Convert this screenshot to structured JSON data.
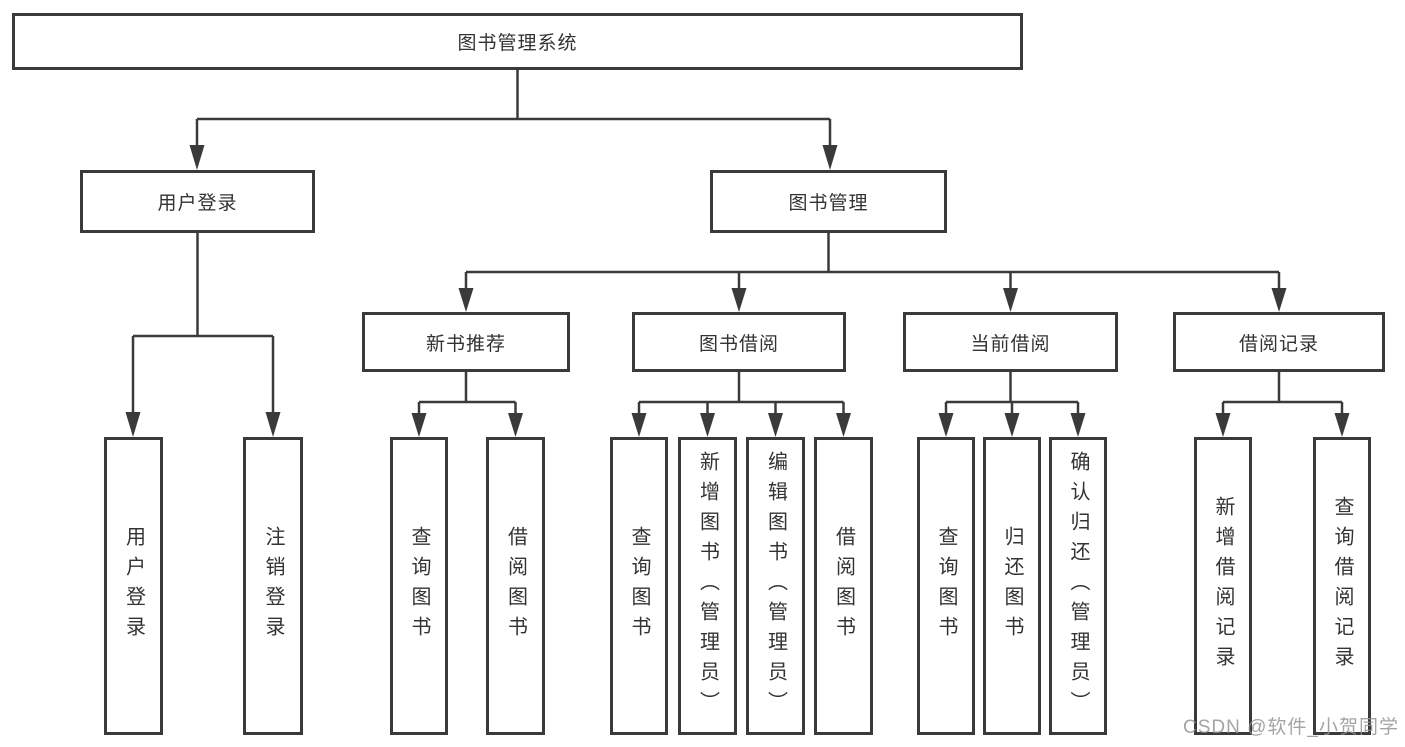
{
  "nodes": {
    "root": "图书管理系统",
    "user_login": "用户登录",
    "book_mgmt": "图书管理",
    "new_book_rec": "新书推荐",
    "book_borrow": "图书借阅",
    "current_borrow": "当前借阅",
    "borrow_records": "借阅记录",
    "leaf_user_login": "用户登录",
    "leaf_logout": "注销登录",
    "leaf_query_books_rec": "查询图书",
    "leaf_borrow_books_rec": "借阅图书",
    "leaf_query_books_bb": "查询图书",
    "leaf_add_books": "新增图书（管理员）",
    "leaf_edit_books": "编辑图书（管理员）",
    "leaf_borrow_books_bb": "借阅图书",
    "leaf_query_books_cb": "查询图书",
    "leaf_return_books": "归还图书",
    "leaf_confirm_return": "确认归还（管理员）",
    "leaf_add_borrow_record": "新增借阅记录",
    "leaf_query_borrow_record": "查询借阅记录"
  },
  "watermark": "CSDN @软件_小贺同学",
  "colors": {
    "line": "#3a3a3a",
    "text": "#333333",
    "watermark": "#949494",
    "background": "#ffffff"
  }
}
